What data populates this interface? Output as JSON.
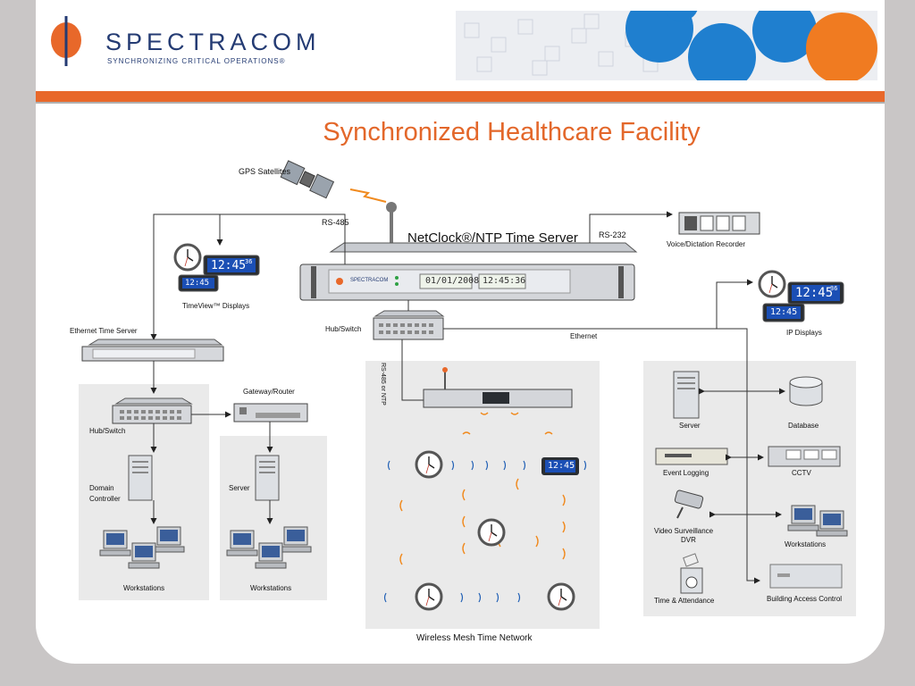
{
  "header": {
    "brand": "SPECTRACOM",
    "tagline": "SYNCHRONIZING CRITICAL OPERATIONS®",
    "title": "Synchronized Healthcare Facility"
  },
  "colors": {
    "accent_orange": "#e8682a",
    "brand_navy": "#243b73",
    "ball_blue": "#1f7fcf",
    "panel_gray": "#eaeaea"
  },
  "labels": {
    "gps": "GPS Satellites",
    "rs485": "RS-485",
    "rs232": "RS-232",
    "netclock": "NetClock®/NTP Time Server",
    "voice_recorder": "Voice/Dictation Recorder",
    "timeview": "TimeView™ Displays",
    "ip_displays": "IP Displays",
    "ethernet_time_server": "Ethernet Time Server",
    "hub_switch_top": "Hub/Switch",
    "ethernet": "Ethernet",
    "rs485_or_ntp": "RS-485 or NTP",
    "gateway_router": "Gateway/Router",
    "hub_switch_left": "Hub/Switch",
    "domain_controller_1": "Domain",
    "domain_controller_2": "Controller",
    "server_left": "Server",
    "workstations_1": "Workstations",
    "workstations_2": "Workstations",
    "wireless_mesh": "Wireless Mesh Time Network",
    "server_right": "Server",
    "database": "Database",
    "event_logging": "Event Logging",
    "cctv": "CCTV",
    "video_1": "Video Surveillance",
    "video_2": "DVR",
    "workstations_3": "Workstations",
    "time_attendance": "Time & Attendance",
    "building_access": "Building Access Control"
  },
  "device": {
    "date": "01/01/2008",
    "time": "12:45:36",
    "brand_small": "SPECTRACOM"
  },
  "displays": {
    "timeview_main": "12:45",
    "timeview_sec": "36",
    "timeview_small": "12:45",
    "ip_main": "12:45",
    "ip_sec": "36",
    "ip_small": "12:45",
    "wireless_display": "12:45"
  }
}
